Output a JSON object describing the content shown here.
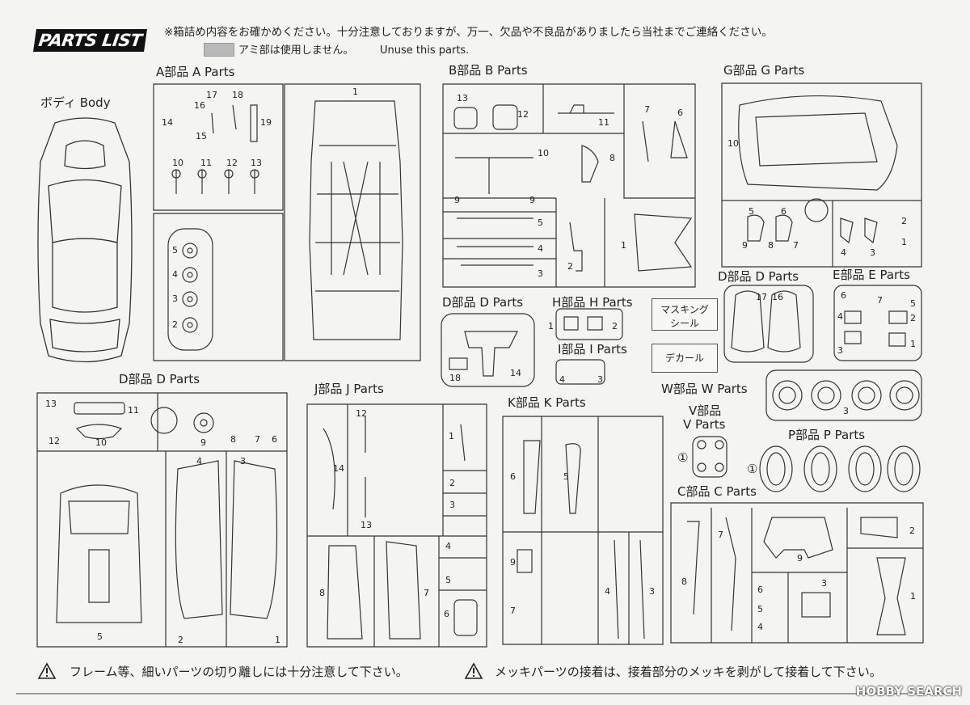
{
  "header": {
    "badge_left": "PARTS",
    "badge_right": "LIST",
    "notice": "※箱詰め内容をお確かめください。十分注意しておりますが、万一、欠品や不良品がありましたら当社までご連絡ください。",
    "unuse_jp": "アミ部は使用しません。",
    "unuse_en": "Unuse this parts."
  },
  "sections": {
    "body": "ボディ Body",
    "a": "A部品 A Parts",
    "b": "B部品 B Parts",
    "g": "G部品 G Parts",
    "d_top": "D部品 D Parts",
    "e": "E部品 E Parts",
    "d_small": "D部品 D Parts",
    "h": "H部品 H Parts",
    "i": "I部品 I Parts",
    "d_big": "D部品 D Parts",
    "j": "J部品 J Parts",
    "k": "K部品 K Parts",
    "w": "W部品 W Parts",
    "v1": "V部品",
    "v2": "V Parts",
    "p": "P部品 P Parts",
    "c": "C部品 C Parts"
  },
  "boxes": {
    "masking1": "マスキング",
    "masking2": "シール",
    "decal": "デカール"
  },
  "footer": {
    "warn1": "フレーム等、細いパーツの切り離しには十分注意して下さい。",
    "warn2": "メッキパーツの接着は、接着部分のメッキを剥がして接着して下さい。"
  },
  "watermark": "HOBBY SEARCH",
  "part_numbers": {
    "a": [
      "17",
      "18",
      "16",
      "14",
      "15",
      "19",
      "10",
      "11",
      "12",
      "13",
      "1",
      "5",
      "4",
      "3",
      "2"
    ],
    "b": [
      "13",
      "12",
      "11",
      "7",
      "6",
      "10",
      "8",
      "9",
      "9",
      "5",
      "4",
      "3",
      "2",
      "1"
    ],
    "g": [
      "10",
      "5",
      "6",
      "9",
      "8",
      "7",
      "4",
      "3",
      "2",
      "1"
    ],
    "d_top": [
      "17",
      "16"
    ],
    "e": [
      "6",
      "7",
      "5",
      "4",
      "2",
      "3",
      "1"
    ],
    "d_small": [
      "18",
      "14"
    ],
    "h": [
      "1",
      "2"
    ],
    "i": [
      "4",
      "3"
    ],
    "d_big": [
      "13",
      "11",
      "12",
      "10",
      "9",
      "8",
      "7",
      "6",
      "4",
      "3",
      "5",
      "2",
      "1"
    ],
    "j": [
      "12",
      "14",
      "13",
      "1",
      "2",
      "3",
      "8",
      "7",
      "4",
      "5",
      "6"
    ],
    "k": [
      "6",
      "5",
      "9",
      "7",
      "4",
      "3"
    ],
    "w": [
      "3"
    ],
    "v": [
      "①"
    ],
    "p": [
      "①"
    ],
    "c": [
      "7",
      "2",
      "8",
      "9",
      "6",
      "5",
      "4",
      "3",
      "1"
    ]
  }
}
